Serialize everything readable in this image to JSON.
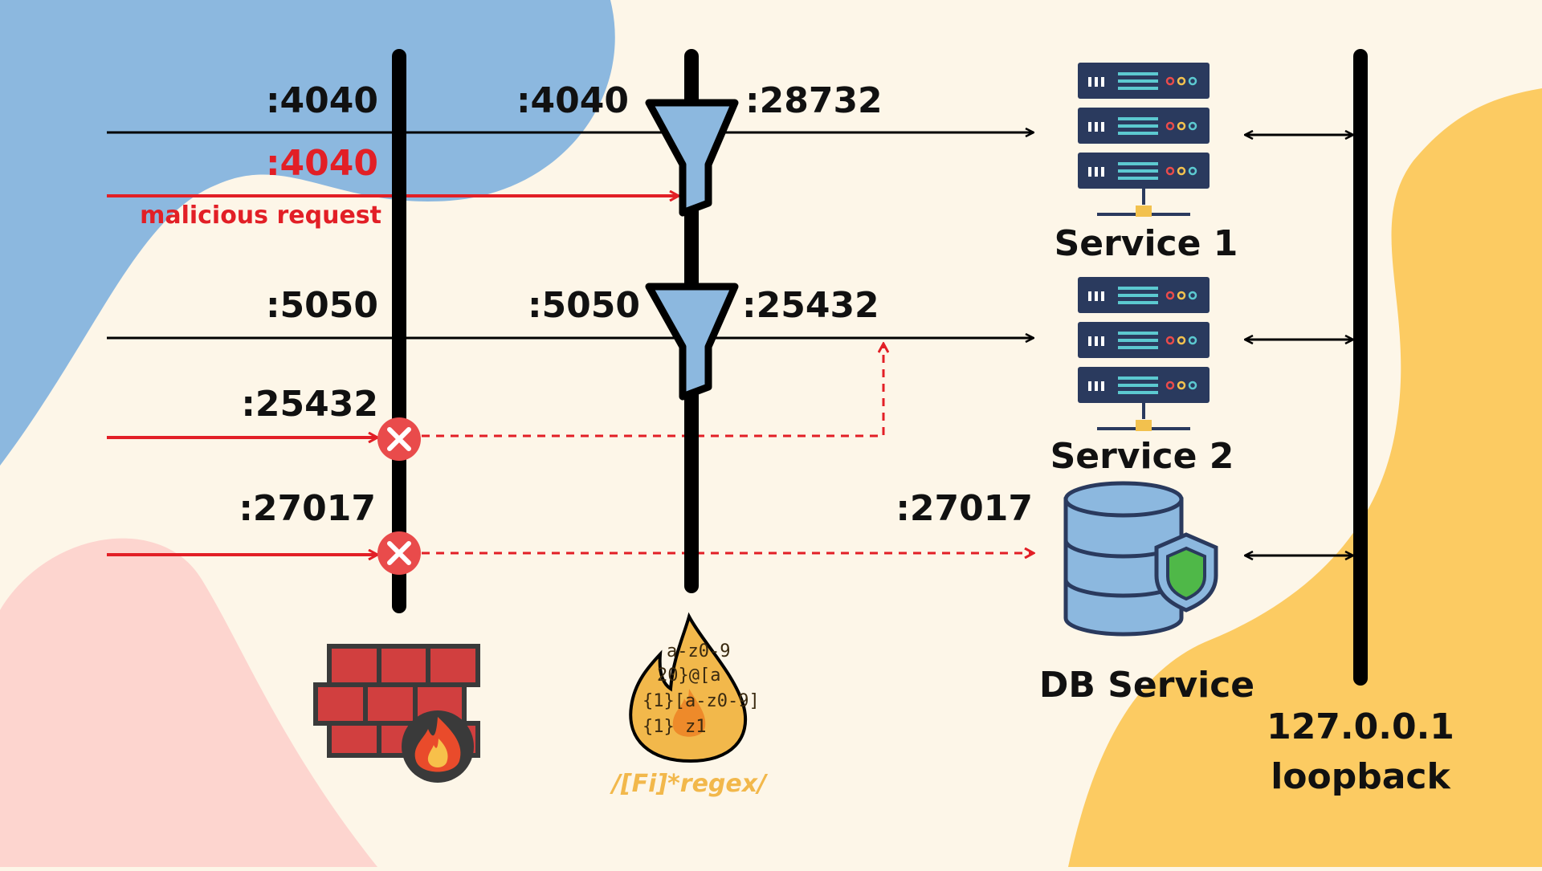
{
  "ports": {
    "fw_4040": ":4040",
    "fw_4040_malicious": ":4040",
    "malicious_label": "malicious request",
    "fw_5050": ":5050",
    "fw_25432": ":25432",
    "fw_27017": ":27017",
    "filter_4040": ":4040",
    "filter_28732": ":28732",
    "filter_5050": ":5050",
    "filter_25432": ":25432",
    "db_27017": ":27017"
  },
  "services": {
    "service1": "Service 1",
    "service2": "Service 2",
    "db": "DB Service"
  },
  "loopback": {
    "ip": "127.0.0.1",
    "label": "loopback"
  },
  "regex_logo": {
    "caption": "/[Fi]*regex/",
    "code_lines": [
      "a-z0-9",
      "20}@[a",
      "{1}[a-z0-9]",
      "{1}  z1"
    ]
  },
  "icons": {
    "firewall": "firewall-icon",
    "regex_fire": "regex-fire-icon",
    "server": "server-rack-icon",
    "database": "database-shield-icon",
    "blocked": "blocked-x-icon",
    "filter": "funnel-filter-icon"
  },
  "colors": {
    "background": "#fdf6e8",
    "blob_blue": "#8cb8df",
    "blob_pink": "#fdd5cf",
    "blob_yellow": "#fccb62",
    "red": "#e21f26",
    "funnel": "#8cb8df",
    "server": "#2a3a5e"
  }
}
